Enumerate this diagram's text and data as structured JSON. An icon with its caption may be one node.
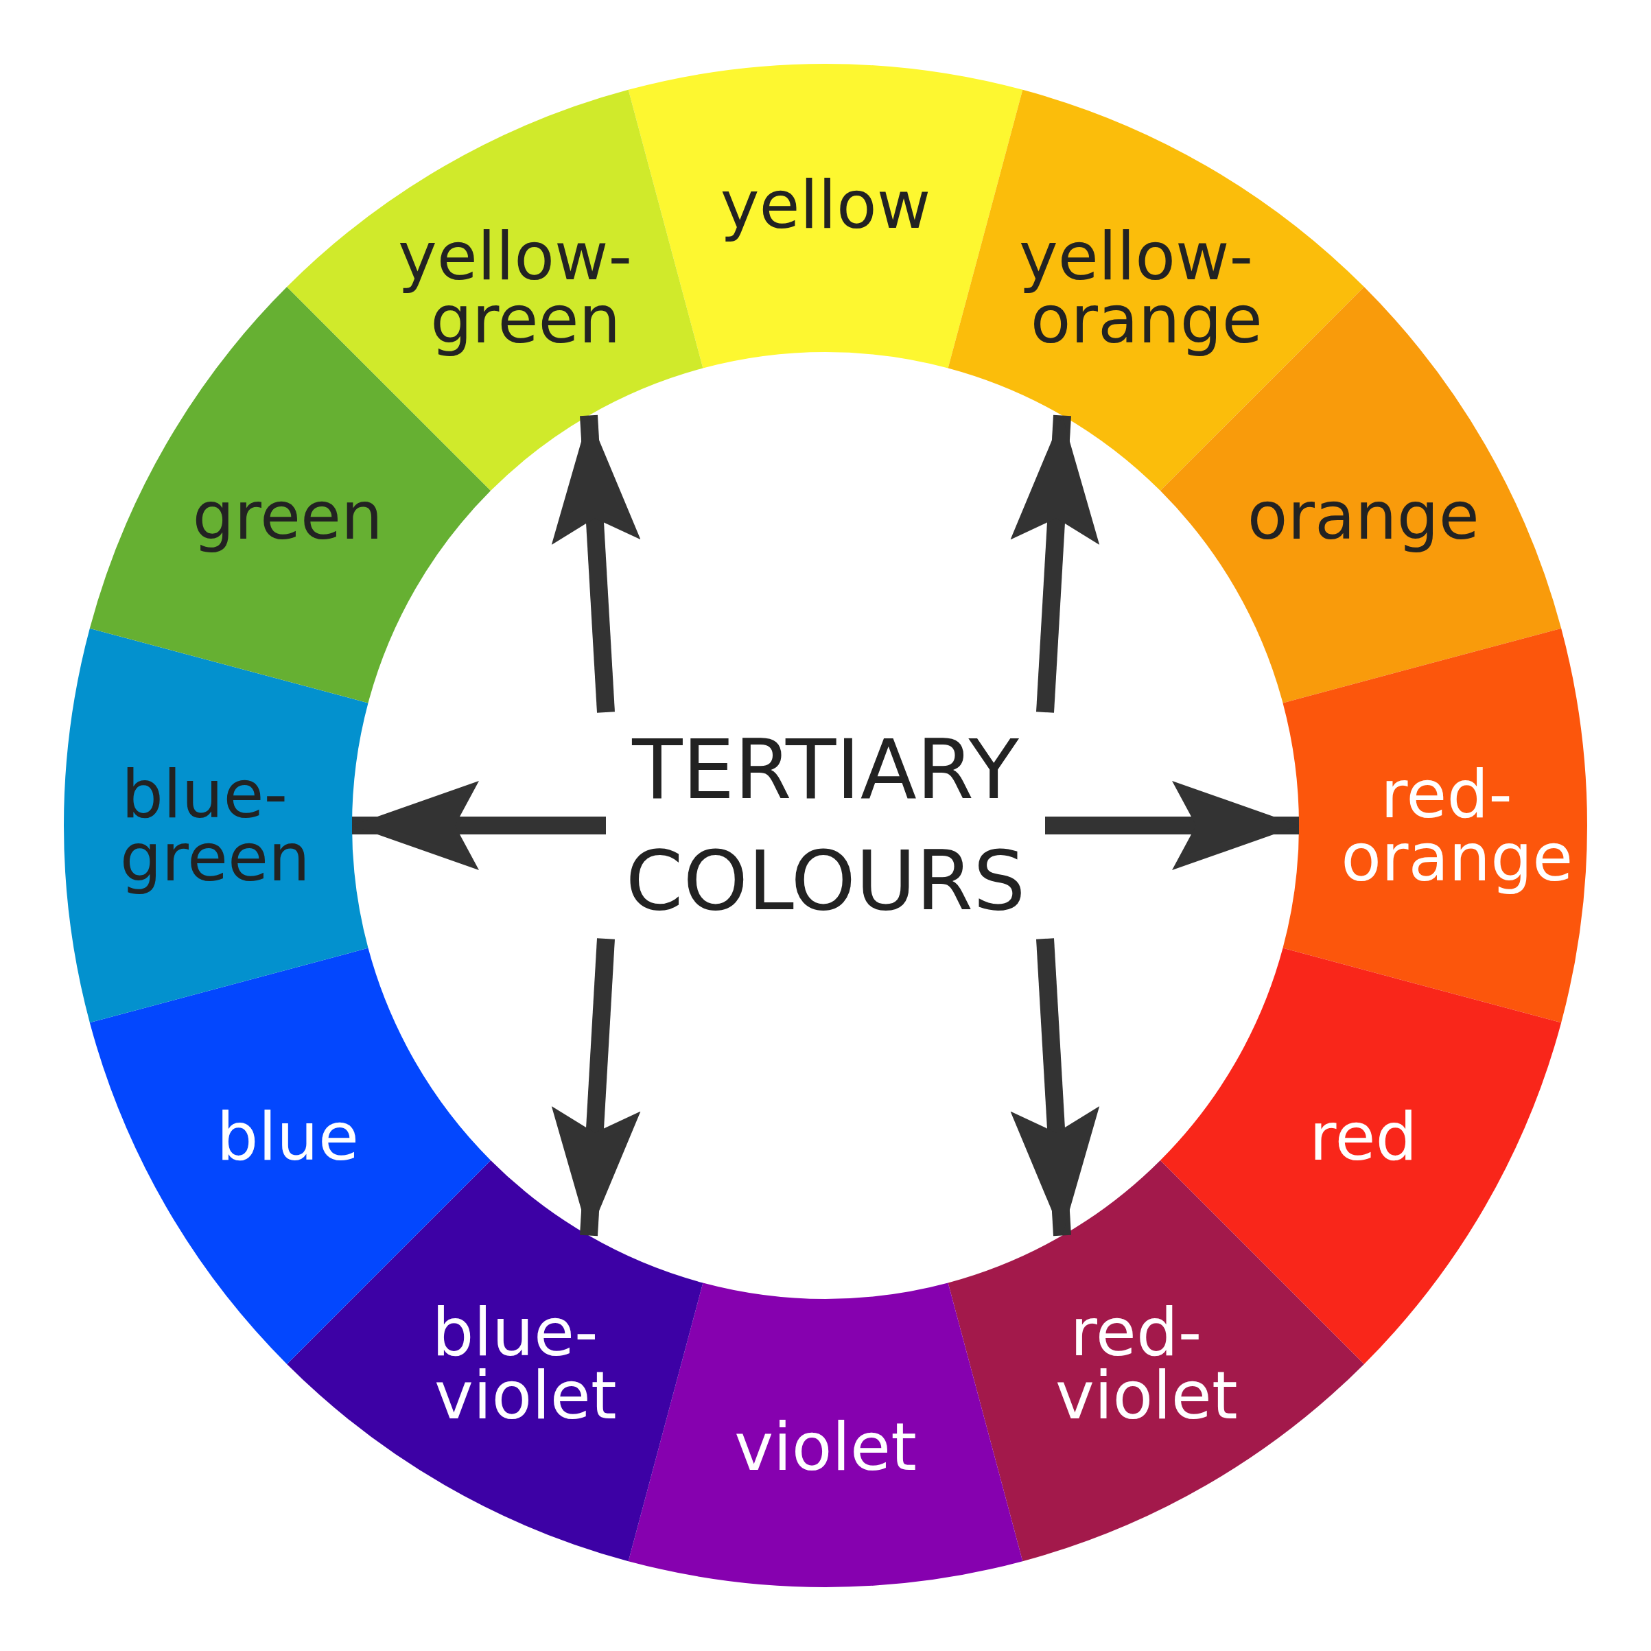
{
  "diagram": {
    "nodes": [
      {
        "text": [
          "yellow"
        ]
      },
      {
        "text": [
          "yellow- orange"
        ]
      },
      {
        "text": [
          "orange"
        ]
      },
      {
        "text": [
          "red- orange"
        ]
      },
      {
        "text": [
          "red"
        ]
      },
      {
        "text": [
          "red- violet"
        ]
      },
      {
        "text": [
          "violet"
        ]
      },
      {
        "text": [
          "blue- violet"
        ]
      },
      {
        "text": [
          "blue"
        ]
      },
      {
        "text": [
          "blue- green"
        ]
      },
      {
        "text": [
          "green"
        ]
      },
      {
        "text": [
          "yellow- green"
        ]
      },
      {
        "text": [
          "TERTIARY COLOURS"
        ]
      }
    ],
    "edges": [
      {
        "from": 12,
        "to": 1,
        "arrow": "to"
      },
      {
        "from": 12,
        "to": 3,
        "arrow": "to"
      },
      {
        "from": 12,
        "to": 5,
        "arrow": "to"
      },
      {
        "from": 12,
        "to": 7,
        "arrow": "to"
      },
      {
        "from": 12,
        "to": 9,
        "arrow": "to"
      },
      {
        "from": 12,
        "to": 11,
        "arrow": "to"
      }
    ]
  }
}
